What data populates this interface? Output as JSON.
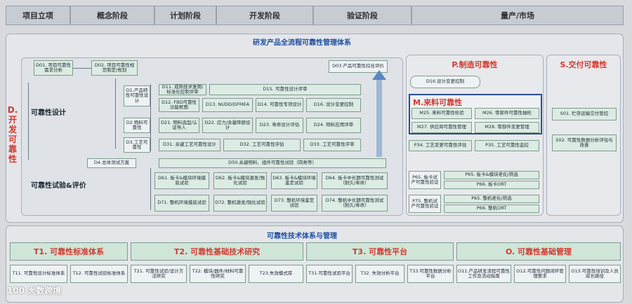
{
  "phases": [
    "项目立项",
    "概念阶段",
    "计划阶段",
    "开发阶段",
    "验证阶段",
    "量产/市场"
  ],
  "system_title": "研发产品全流程可靠性管理体系",
  "left_vertical": "D.开发可靠性",
  "design_label": "可靠性设计",
  "test_label": "可靠性试验&评价",
  "d01": "D01. 项目可靠性需求分析",
  "d02": "D02. 项目可靠性规范制定/规划",
  "d03": "D03 产品可靠性综合评价",
  "d1": "D1.产品特性可靠性设计",
  "d2": "D2.物料可靠性",
  "d3": "D3.工艺可靠性",
  "d4": "D4.总体测试方案",
  "d11": "D11. 成熟技术复用/标准化控制评审",
  "d12": "D12. FBD可靠性功能框图",
  "d13": "D13. NUDD/DFMEA",
  "d14": "D14. 可靠性专项设计",
  "d15": "D15. 可靠性设计评审",
  "d16": "D16. 设计变更控制",
  "d21": "D21. 物料选型/认证导入",
  "d22": "D22. 应力/余量降额设计",
  "d23": "D23. 寿命设计评估",
  "d24": "D24. 物料应用评审",
  "d31": "D31. 关键工艺可靠性设计",
  "d32": "D32. 工艺可靠性评估",
  "d33": "D33. 工艺可靠性评审",
  "d50": "D50.关键物料、组件可靠性试验（四类等）",
  "d61": "D61. 板卡&模块环境摸底试验",
  "d62": "D62. 板卡&模块激发/强化试验",
  "d63": "D63. 板卡&模块环境鉴定试验",
  "d64": "D64. 板卡中长期可靠性测试（耐久/寿命）",
  "d71": "D71. 整机环境摸底试验",
  "d72": "D72. 整机激发/强化试验",
  "d73": "D73. 整机环境鉴定试验",
  "d74": "D74. 整机中长期可靠性测试（耐久/寿命）",
  "p_title": "P.制造可靠性",
  "d16b": "D16.设计变更控制",
  "m_title": "M.来料可靠性",
  "m25": "M25. 来料可靠性检验",
  "m26": "M26. 零部件可靠性抽检",
  "m27": "M27. 供应商可靠性管理",
  "m28": "M28. 零部件变更管理",
  "p34": "P34. 工艺变更可靠性评估",
  "p35": "P35. 工艺可靠性监控",
  "p65": "P65. 板卡试产可靠性验证",
  "p65a": "P65. 板卡&模块老化/筛选",
  "p66a": "P66. 板卡ORT",
  "p75": "P75. 整机试产可靠性验证",
  "p65b": "P65. 整机老化/筛选",
  "p66b": "P66. 整机ORT",
  "s_title": "S.交付可靠性",
  "s01": "S01. 贮存运输交付管控",
  "s02": "S02. 可靠性数据分析评估与改善",
  "tech_title": "可靠性技术体系与管理",
  "t1": "T1. 可靠性标准体系",
  "t2": "T2. 可靠性基础技术研究",
  "t3": "T3. 可靠性平台",
  "o": "O. 可靠性基础管理",
  "t11": "T11. 可靠性设计标准体系",
  "t12": "T12. 可靠性试验标准体系",
  "t21": "T21. 可靠性试验/设计方法研究",
  "t22": "T22. 模块/器件/材料可靠性研究",
  "t23": "T23.失效模式库",
  "t31": "T31.可靠性试验平台",
  "t32": "T32. 失效分析平台",
  "t33": "T33.可靠性数据分析平台",
  "o11": "O11.产品研发流程可靠性工作及活动指南",
  "o12": "O12.可靠性问题闭环管理要求",
  "o13": "O13.可靠性培训及人员成长路径",
  "watermark": "大数跨境"
}
